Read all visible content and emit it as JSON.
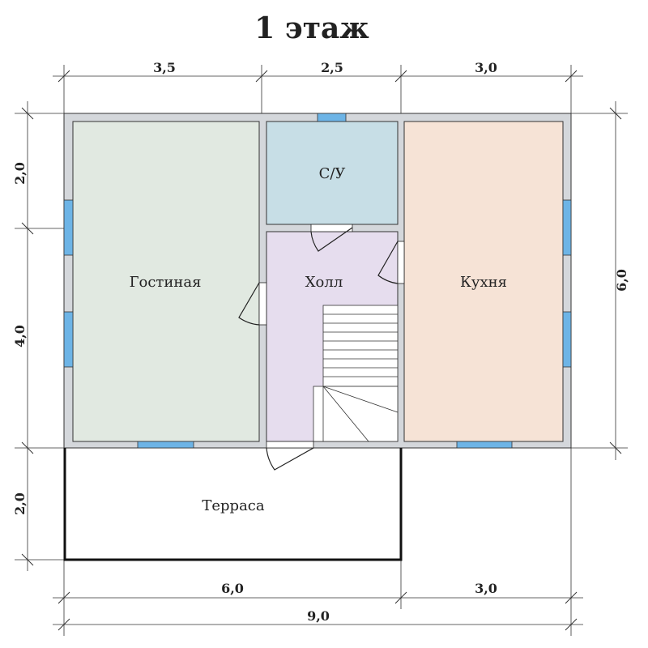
{
  "title": "1 этаж",
  "rooms": {
    "living": "Гостиная",
    "bathroom": "С/У",
    "hall": "Холл",
    "kitchen": "Кухня",
    "terrace": "Терраса"
  },
  "dimensions": {
    "top": [
      "3,5",
      "2,5",
      "3,0"
    ],
    "left": [
      "2,0",
      "4,0",
      "2,0"
    ],
    "right": "6,0",
    "bottom": [
      "6,0",
      "3,0"
    ],
    "total": "9,0"
  },
  "colors": {
    "wall": "#d4d7db",
    "living": "#e1e9e1",
    "bathroom": "#c7dee6",
    "hall": "#e6ddee",
    "kitchen": "#f6e3d6",
    "window": "#6db4e6"
  }
}
